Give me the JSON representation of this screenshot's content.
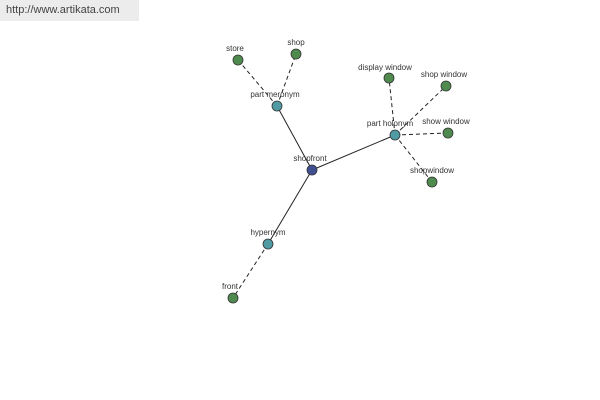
{
  "source_url": "http://www.artikata.com",
  "colors": {
    "center_node": "#3f4f8f",
    "relation_node": "#4f9aa3",
    "leaf_node": "#4f8a4f",
    "edge": "#222222"
  },
  "graph": {
    "center": {
      "label": "shopfront"
    },
    "relations": [
      {
        "label": "part meronym",
        "leaves": [
          {
            "label": "store"
          },
          {
            "label": "shop"
          }
        ]
      },
      {
        "label": "part holonym",
        "leaves": [
          {
            "label": "display window"
          },
          {
            "label": "shop window"
          },
          {
            "label": "show window"
          },
          {
            "label": "shopwindow"
          }
        ]
      },
      {
        "label": "hypernym",
        "leaves": [
          {
            "label": "front"
          }
        ]
      }
    ]
  }
}
